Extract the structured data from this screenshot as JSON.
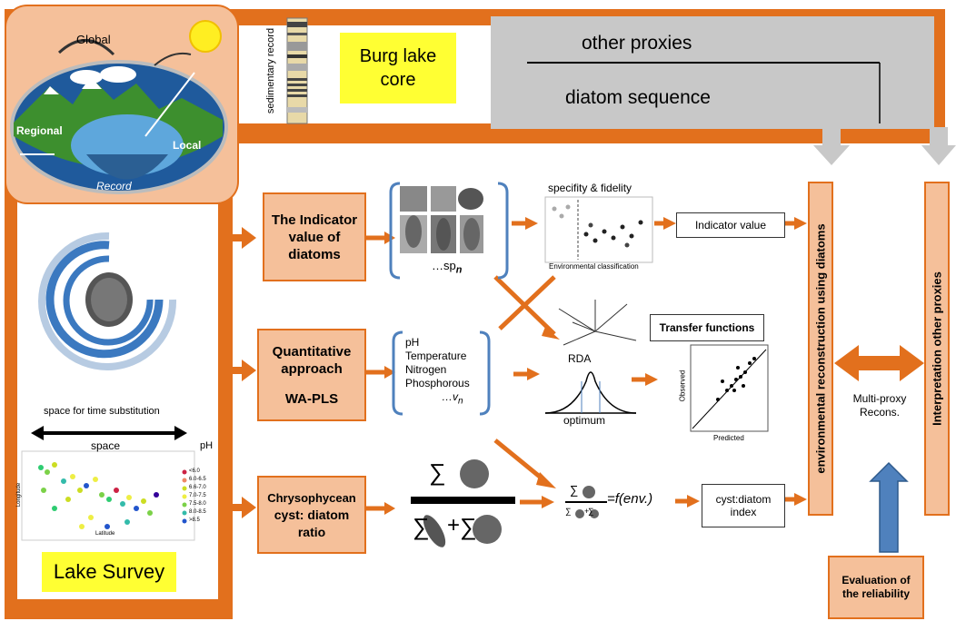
{
  "colors": {
    "orange": "#e2701d",
    "light_orange": "#f5c09a",
    "gray": "#c8c8c8",
    "yellow": "#ffff33",
    "blue": "#4f81bd"
  },
  "top": {
    "sedimentary_label": "sedimentary record",
    "core_label_line1": "Burg lake",
    "core_label_line2": "core",
    "other_proxies": "other proxies",
    "diatom_sequence": "diatom sequence"
  },
  "scales": {
    "global": "Global",
    "regional": "Regional",
    "local": "Local",
    "record": "Record"
  },
  "survey": {
    "space_for_time": "space for time substitution",
    "space": "space",
    "ph_title": "pH",
    "ph_classes": [
      "<6.0",
      "6.0-6.5",
      "6.6-7.0",
      "7.0-7.5",
      "7.5-8.0",
      "8.0-8.5",
      ">8.5"
    ],
    "xlabel": "Latitude",
    "ylabel": "Longitude",
    "lake_survey": "Lake Survey"
  },
  "methods": {
    "indicator_value": "The Indicator value of diatoms",
    "quantitative_line1": "Quantitative approach",
    "quantitative_line2": "WA-PLS",
    "chryso_line1": "Chrysophycean",
    "chryso_line2": "cyst: diatom ratio"
  },
  "species": {
    "label": "…sp",
    "subscript": "n"
  },
  "env_vars": {
    "items": [
      "pH",
      "Temperature",
      "Nitrogen",
      "Phosphorous"
    ],
    "last": "…v",
    "last_subscript": "n"
  },
  "middle": {
    "specifity": "specifity & fidelity",
    "env_class": "Environmental classification",
    "rda": "RDA",
    "optimum": "optimum",
    "sum": "∑",
    "plus": "+",
    "formula": "=f(env.)",
    "predicted": "Predicted",
    "observed": "Observed"
  },
  "outputs": {
    "indicator_value": "Indicator value",
    "transfer_functions": "Transfer functions",
    "cyst_index": "cyst:diatom index"
  },
  "right": {
    "env_reconstruction": "environmental reconstruction using diatoms",
    "interpretation": "Interpretation other proxies",
    "multi_proxy": "Multi-proxy Recons.",
    "evaluation": "Evaluation of the reliability"
  }
}
